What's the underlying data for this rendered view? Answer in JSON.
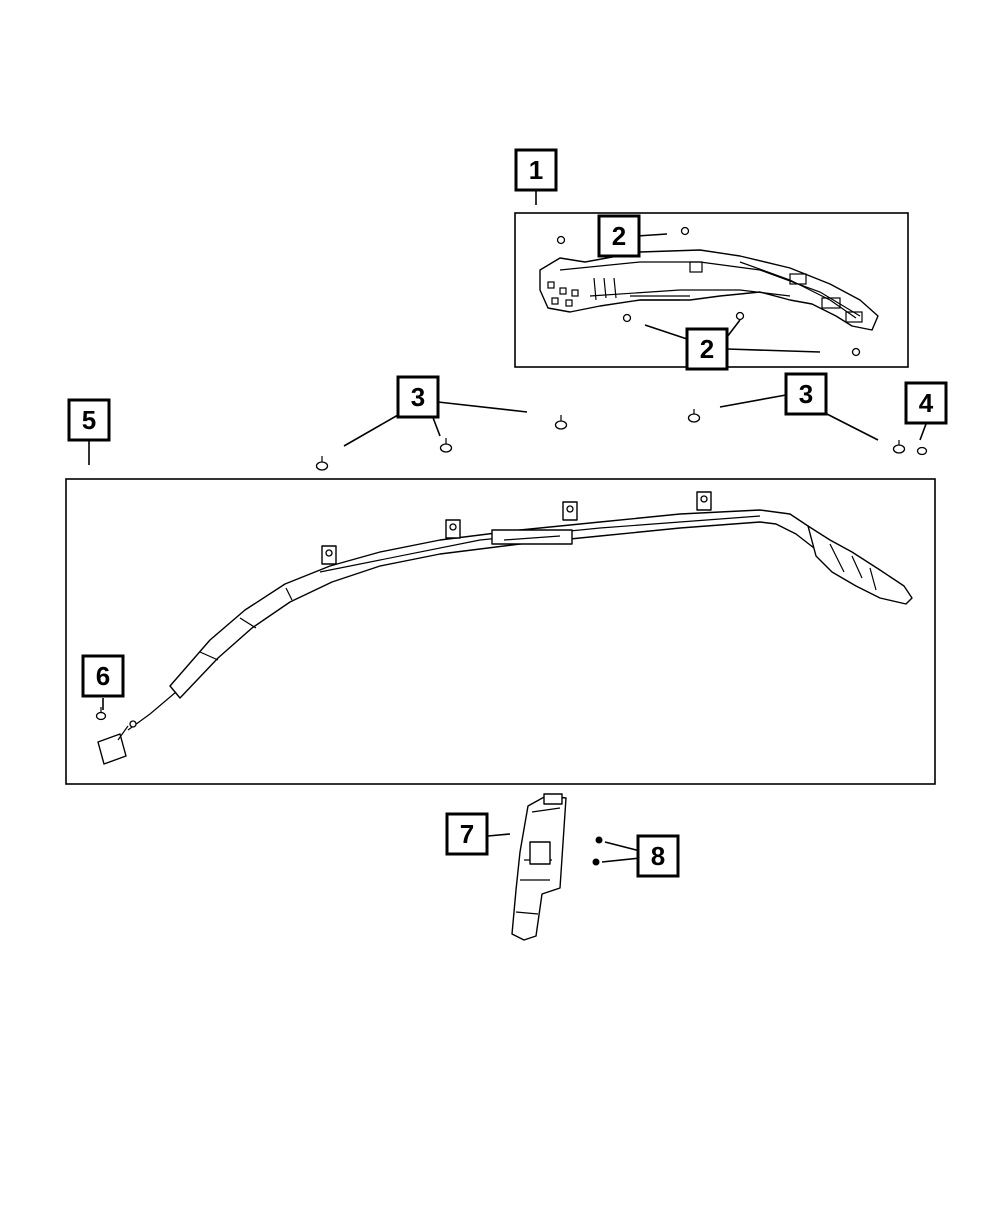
{
  "diagram": {
    "callouts": [
      {
        "id": "c1",
        "label": "1"
      },
      {
        "id": "c2a",
        "label": "2"
      },
      {
        "id": "c2b",
        "label": "2"
      },
      {
        "id": "c3a",
        "label": "3"
      },
      {
        "id": "c3b",
        "label": "3"
      },
      {
        "id": "c4",
        "label": "4"
      },
      {
        "id": "c5",
        "label": "5"
      },
      {
        "id": "c6",
        "label": "6"
      },
      {
        "id": "c7",
        "label": "7"
      },
      {
        "id": "c8",
        "label": "8"
      }
    ]
  }
}
